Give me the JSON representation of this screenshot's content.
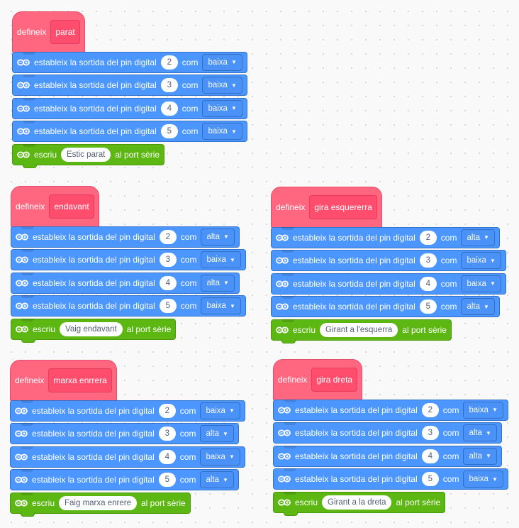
{
  "labels": {
    "define": "defineix",
    "set_pin": "estableix la sortida del pin digital",
    "as": "com",
    "write": "escriu",
    "to_serial": "al port sèrie"
  },
  "icons": {
    "block_icon": "arduino-infinity-icon",
    "dropdown": "caret-down-icon"
  },
  "colors": {
    "define_block": "#ff6680",
    "pin_block": "#4c97ff",
    "serial_block": "#5cb712"
  },
  "scripts": [
    {
      "name": "parat",
      "pins": [
        {
          "pin": "2",
          "value": "baixa"
        },
        {
          "pin": "3",
          "value": "baixa"
        },
        {
          "pin": "4",
          "value": "baixa"
        },
        {
          "pin": "5",
          "value": "baixa"
        }
      ],
      "message": "Estic parat"
    },
    {
      "name": "endavant",
      "pins": [
        {
          "pin": "2",
          "value": "alta"
        },
        {
          "pin": "3",
          "value": "baixa"
        },
        {
          "pin": "4",
          "value": "alta"
        },
        {
          "pin": "5",
          "value": "baixa"
        }
      ],
      "message": "Vaig endavant"
    },
    {
      "name": "gira esquererra",
      "pins": [
        {
          "pin": "2",
          "value": "alta"
        },
        {
          "pin": "3",
          "value": "baixa"
        },
        {
          "pin": "4",
          "value": "baixa"
        },
        {
          "pin": "5",
          "value": "alta"
        }
      ],
      "message": "Girant a l'esquerra"
    },
    {
      "name": "marxa enrrera",
      "pins": [
        {
          "pin": "2",
          "value": "baixa"
        },
        {
          "pin": "3",
          "value": "alta"
        },
        {
          "pin": "4",
          "value": "baixa"
        },
        {
          "pin": "5",
          "value": "alta"
        }
      ],
      "message": "Faig marxa enrere"
    },
    {
      "name": "gira dreta",
      "pins": [
        {
          "pin": "2",
          "value": "baixa"
        },
        {
          "pin": "3",
          "value": "alta"
        },
        {
          "pin": "4",
          "value": "alta"
        },
        {
          "pin": "5",
          "value": "baixa"
        }
      ],
      "message": "Girant a la dreta"
    }
  ]
}
